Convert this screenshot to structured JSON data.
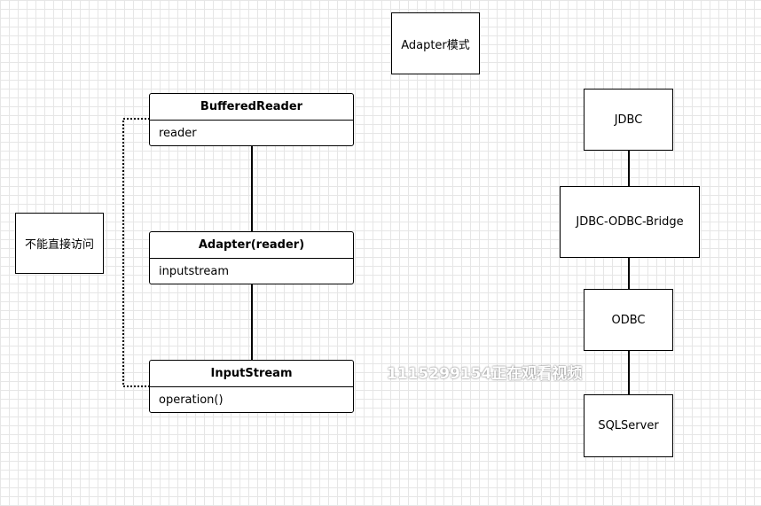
{
  "title": "Adapter模式",
  "note": "不能直接访问",
  "classes": {
    "buffered_reader": {
      "name": "BufferedReader",
      "attr": "reader"
    },
    "adapter": {
      "name": "Adapter(reader)",
      "attr": "inputstream"
    },
    "input_stream": {
      "name": "InputStream",
      "attr": "operation()"
    }
  },
  "stack": {
    "jdbc": "JDBC",
    "bridge": "JDBC-ODBC-Bridge",
    "odbc": "ODBC",
    "sqlserver": "SQLServer"
  },
  "watermark": "1115299154正在观看视频"
}
